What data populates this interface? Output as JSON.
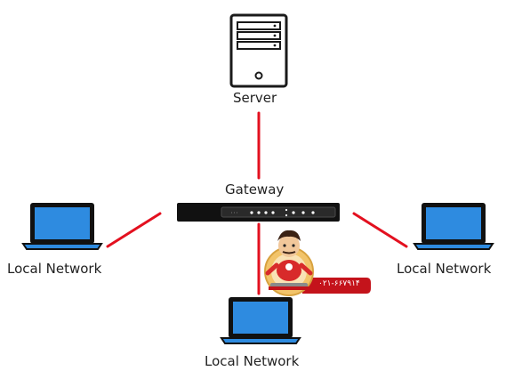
{
  "nodes": {
    "server": {
      "label": "Server",
      "icon": "server-tower-icon"
    },
    "gateway": {
      "label": "Gateway",
      "icon": "network-switch-icon"
    },
    "local_left": {
      "label": "Local Network",
      "icon": "laptop-icon"
    },
    "local_right": {
      "label": "Local Network",
      "icon": "laptop-icon"
    },
    "local_bottom": {
      "label": "Local Network",
      "icon": "laptop-icon"
    }
  },
  "watermark": {
    "phone": "۰۲۱-۶۶۷۹۱۴",
    "icon": "cartoon-mascot-logo"
  },
  "colors": {
    "link": "#e3101f",
    "laptop_screen": "#2e8be0",
    "laptop_frame": "#111111",
    "switch_body": "#111111",
    "watermark_badge": "#c4131b"
  }
}
